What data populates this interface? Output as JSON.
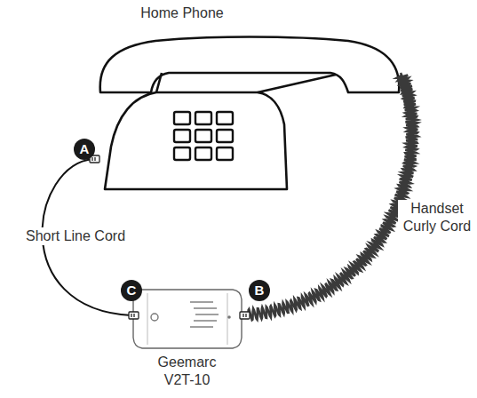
{
  "diagram": {
    "nodes": [
      {
        "text": [
          "Home Phone"
        ]
      },
      {
        "text": [
          "Geemarc V2T-10"
        ]
      }
    ],
    "edges": [
      {
        "from": 0,
        "to": 1,
        "label": "Short Line Cord",
        "arrow": "none"
      },
      {
        "from": 0,
        "to": 1,
        "label": "Handset Curly Cord",
        "arrow": "none"
      }
    ],
    "labels": [
      "A",
      "B",
      "C"
    ]
  }
}
